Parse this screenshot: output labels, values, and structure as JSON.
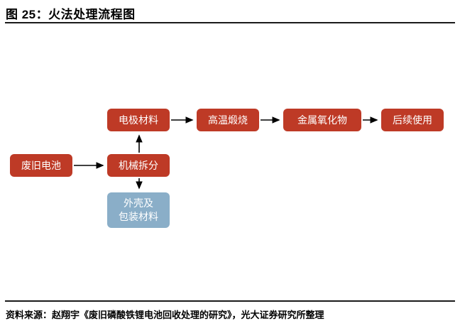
{
  "header": {
    "title": "图 25：火法处理流程图"
  },
  "footer": {
    "source": "资料来源：赵翔宇《废旧磷酸铁锂电池回收处理的研究》，光大证券研究所整理"
  },
  "colors": {
    "node_red": "#be3a26",
    "node_blue": "#8aaec8",
    "arrow": "#000000",
    "rule": "#1a1a1a",
    "background": "#ffffff"
  },
  "flowchart": {
    "nodes": [
      {
        "id": "waste-battery",
        "label": "废旧电池",
        "color": "red"
      },
      {
        "id": "mechanical-split",
        "label": "机械拆分",
        "color": "red"
      },
      {
        "id": "electrode-material",
        "label": "电极材料",
        "color": "red"
      },
      {
        "id": "shell-packaging",
        "label": "外壳及\n包装材料",
        "color": "blue"
      },
      {
        "id": "high-temp-calcination",
        "label": "高温煅烧",
        "color": "red"
      },
      {
        "id": "metal-oxide",
        "label": "金属氧化物",
        "color": "red"
      },
      {
        "id": "subsequent-use",
        "label": "后续使用",
        "color": "red"
      }
    ],
    "edges": [
      {
        "from": "waste-battery",
        "to": "mechanical-split"
      },
      {
        "from": "mechanical-split",
        "to": "electrode-material"
      },
      {
        "from": "mechanical-split",
        "to": "shell-packaging"
      },
      {
        "from": "electrode-material",
        "to": "high-temp-calcination"
      },
      {
        "from": "high-temp-calcination",
        "to": "metal-oxide"
      },
      {
        "from": "metal-oxide",
        "to": "subsequent-use"
      }
    ]
  }
}
